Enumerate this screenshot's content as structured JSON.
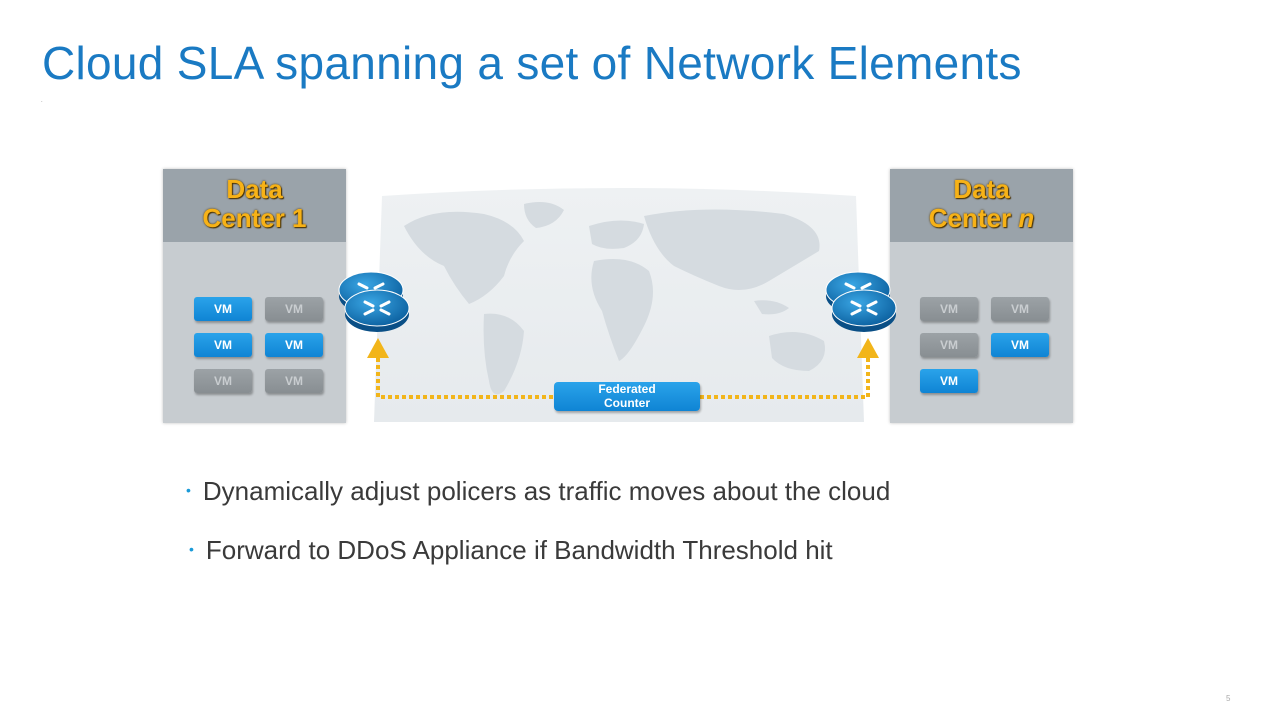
{
  "slide": {
    "title": "Cloud SLA spanning a set of Network Elements",
    "subtitle_mark": ".",
    "page_number": "5"
  },
  "data_centers": [
    {
      "title_line1": "Data",
      "title_line2": "Center 1",
      "vms": [
        {
          "label": "VM",
          "active": true
        },
        {
          "label": "VM",
          "active": false
        },
        {
          "label": "VM",
          "active": true
        },
        {
          "label": "VM",
          "active": true
        },
        {
          "label": "VM",
          "active": false
        },
        {
          "label": "VM",
          "active": false
        }
      ]
    },
    {
      "title_line1": "Data",
      "title_line2": "Center ",
      "title_line2_italic": "n",
      "vms": [
        {
          "label": "VM",
          "active": false
        },
        {
          "label": "VM",
          "active": false
        },
        {
          "label": "VM",
          "active": false
        },
        {
          "label": "VM",
          "active": true
        },
        {
          "label": "VM",
          "active": true
        }
      ]
    }
  ],
  "federated_counter": {
    "line1": "Federated",
    "line2": "Counter"
  },
  "bullets": [
    "Dynamically adjust policers as traffic moves about the cloud",
    "Forward to DDoS Appliance if Bandwidth Threshold hit"
  ],
  "colors": {
    "title": "#1a7ac3",
    "dc_title": "#f7b217",
    "vm_active": "#1a93e0",
    "vm_inactive": "#92989c",
    "dotted_path": "#f2b51a",
    "bullet_dot": "#1a9ad8"
  },
  "icons": [
    "router-icon",
    "world-map-icon",
    "arrow-up-icon"
  ]
}
